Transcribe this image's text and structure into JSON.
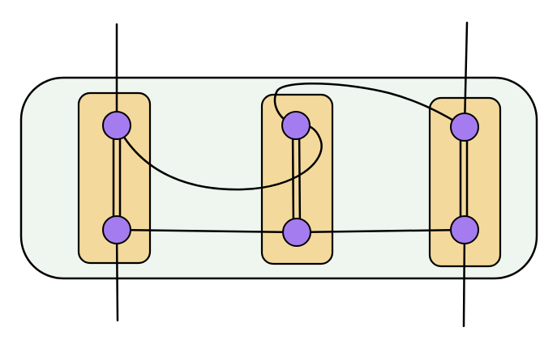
{
  "diagram": {
    "colors": {
      "background": "#ffffff",
      "container_fill": "#eef6ef",
      "container_stroke": "#000000",
      "group_fill": "#f4d99c",
      "group_stroke": "#000000",
      "node_fill": "#a57cf0",
      "node_stroke": "#000000",
      "edge_stroke": "#000000"
    },
    "container": {
      "name": "outer-container"
    },
    "groups": [
      {
        "id": "left",
        "nodes": [
          "left-top",
          "left-bottom"
        ]
      },
      {
        "id": "middle",
        "nodes": [
          "middle-top",
          "middle-bottom"
        ]
      },
      {
        "id": "right",
        "nodes": [
          "right-top",
          "right-bottom"
        ]
      }
    ],
    "nodes": [
      "left-top",
      "left-bottom",
      "middle-top",
      "middle-bottom",
      "right-top",
      "right-bottom"
    ],
    "edges": [
      {
        "from": "left-top",
        "to": "left-bottom",
        "style": "double"
      },
      {
        "from": "middle-top",
        "to": "middle-bottom",
        "style": "double"
      },
      {
        "from": "right-top",
        "to": "right-bottom",
        "style": "double"
      },
      {
        "from": "left-bottom",
        "to": "middle-bottom",
        "style": "single"
      },
      {
        "from": "middle-bottom",
        "to": "right-bottom",
        "style": "single"
      },
      {
        "from": "left-top",
        "to": "middle-top",
        "style": "curve"
      },
      {
        "from": "middle-top",
        "to": "right-top",
        "style": "curve"
      }
    ],
    "external_legs": [
      "left-top",
      "left-bottom",
      "right-top",
      "right-bottom"
    ]
  }
}
